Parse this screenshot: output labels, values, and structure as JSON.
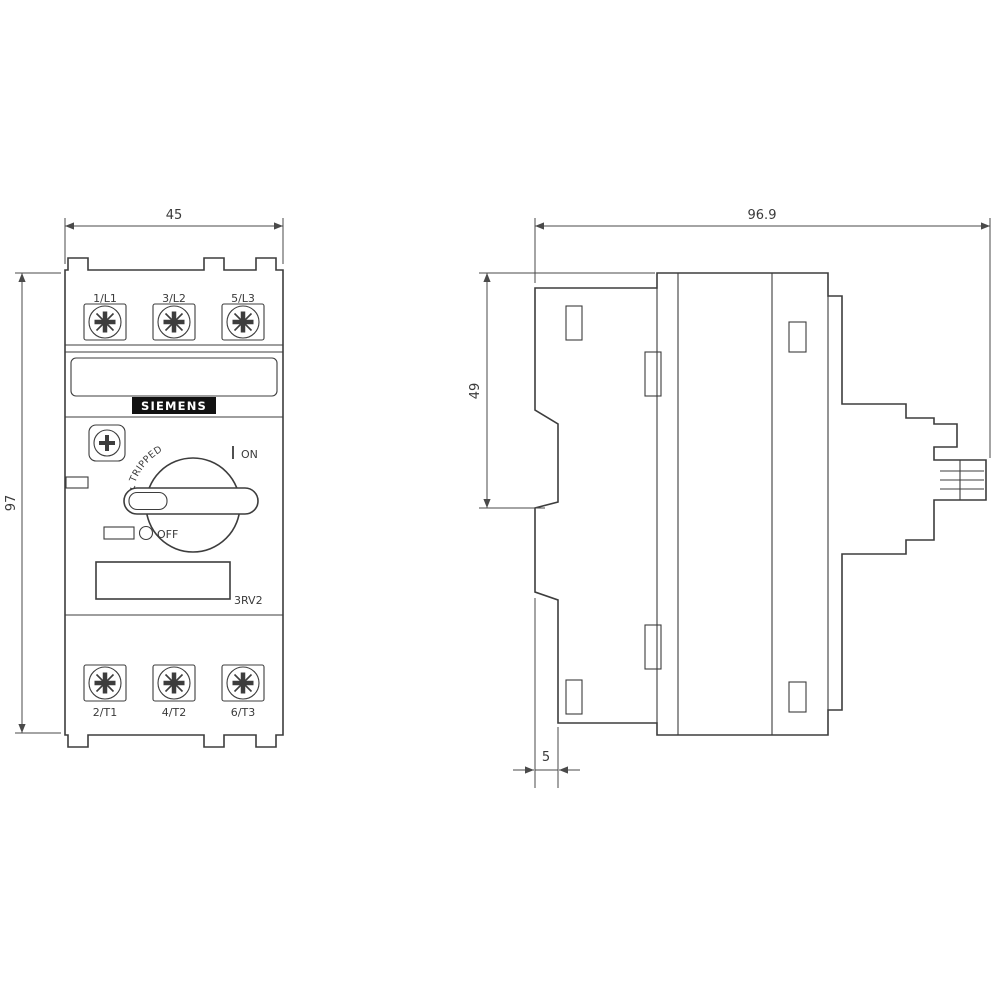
{
  "dimensions": {
    "front_width_mm": "45",
    "front_height_mm": "97",
    "side_depth_mm": "96.9",
    "side_height_mm": "49",
    "rail_offset_mm": "5"
  },
  "front_view": {
    "brand": "SIEMENS",
    "model": "3RV2",
    "top_terminals": [
      "1/L1",
      "3/L2",
      "5/L3"
    ],
    "bottom_terminals": [
      "2/T1",
      "4/T2",
      "6/T3"
    ],
    "switch": {
      "on_label": "ON",
      "off_label": "OFF",
      "tripped_label": "TRIPPED"
    }
  },
  "colors": {
    "line": "#3d3d3d",
    "background": "#ffffff",
    "badge_bg": "#111111",
    "badge_text": "#ffffff"
  }
}
